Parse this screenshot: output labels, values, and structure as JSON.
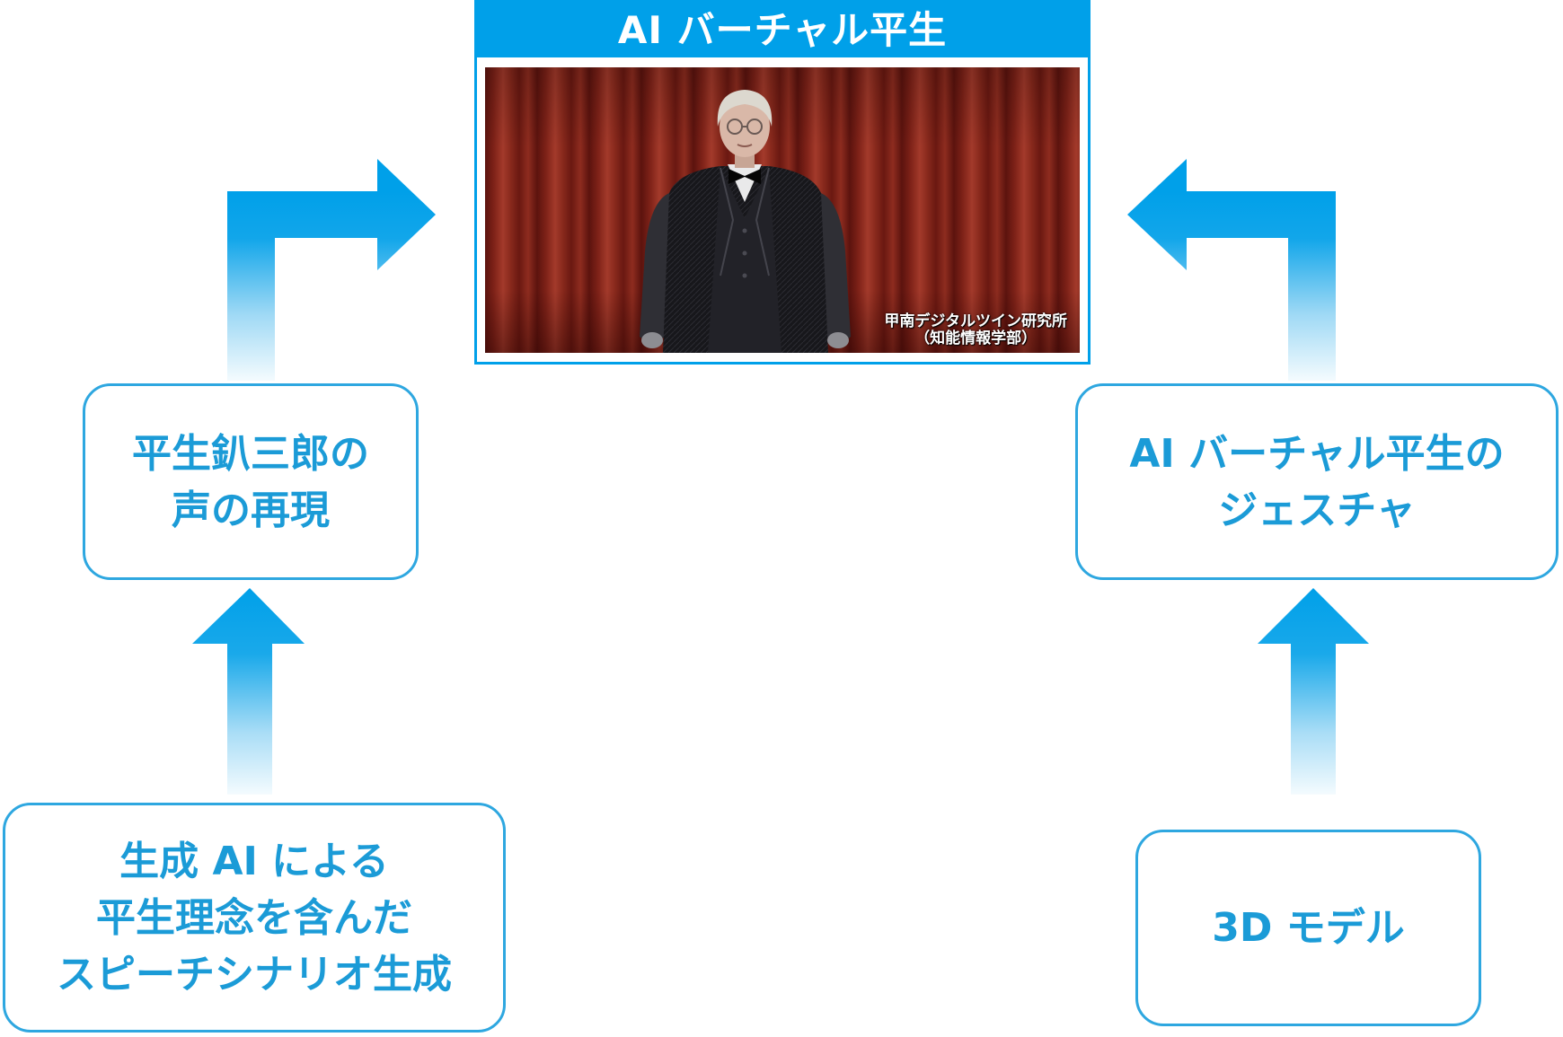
{
  "colors": {
    "accent": "#00a0e9",
    "box_border": "#2ea7e0",
    "box_text": "#1b9bd7",
    "header_text": "#ffffff"
  },
  "header": {
    "title": "AI バーチャル平生"
  },
  "video": {
    "caption_line1": "甲南デジタルツイン研究所",
    "caption_line2": "（知能情報学部）"
  },
  "nodes": {
    "voice": {
      "lines": [
        "平生釟三郎の",
        "声の再現"
      ]
    },
    "gesture": {
      "lines": [
        "AI バーチャル平生の",
        "ジェスチャ"
      ]
    },
    "scenario": {
      "lines": [
        "生成 AI による",
        "平生理念を含んだ",
        "スピーチシナリオ生成"
      ]
    },
    "model": {
      "lines": [
        "3D モデル"
      ]
    }
  }
}
